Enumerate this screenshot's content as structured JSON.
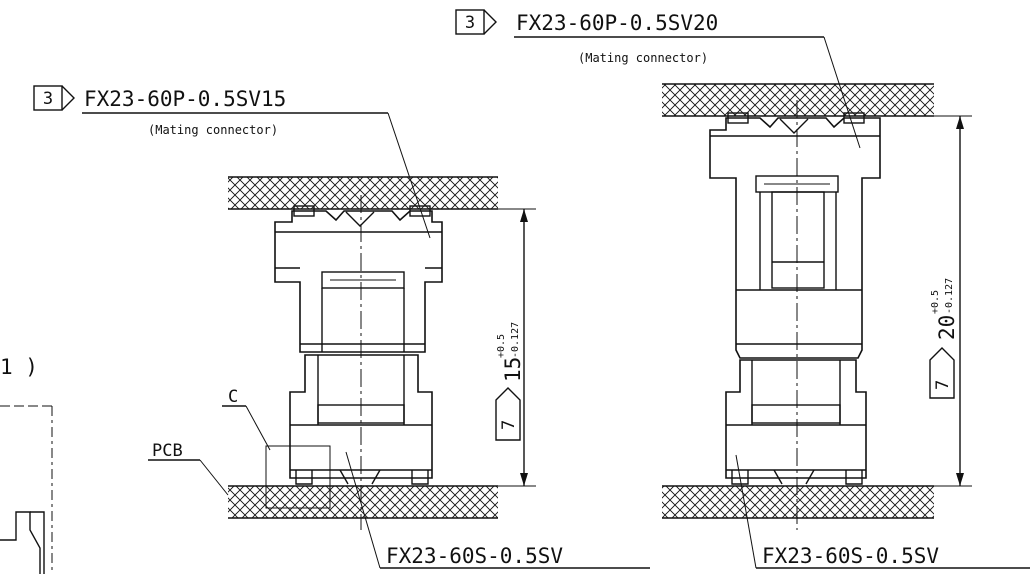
{
  "labels": {
    "callout_num_left": "3",
    "callout_num_right": "3",
    "plug_left": "FX23-60P-0.5SV15",
    "plug_right": "FX23-60P-0.5SV20",
    "mating_left": "(Mating connector)",
    "mating_right": "(Mating connector)",
    "receptacle_left": "FX23-60S-0.5SV",
    "receptacle_right": "FX23-60S-0.5SV",
    "pcb": "PCB",
    "c_detail": "C",
    "partial_paren": "1 )"
  },
  "dimensions": {
    "left": {
      "ref": "7",
      "nominal": "15",
      "tol_plus": "+0.5",
      "tol_minus": "-0.127"
    },
    "right": {
      "ref": "7",
      "nominal": "20",
      "tol_plus": "+0.5",
      "tol_minus": "-0.127"
    }
  }
}
